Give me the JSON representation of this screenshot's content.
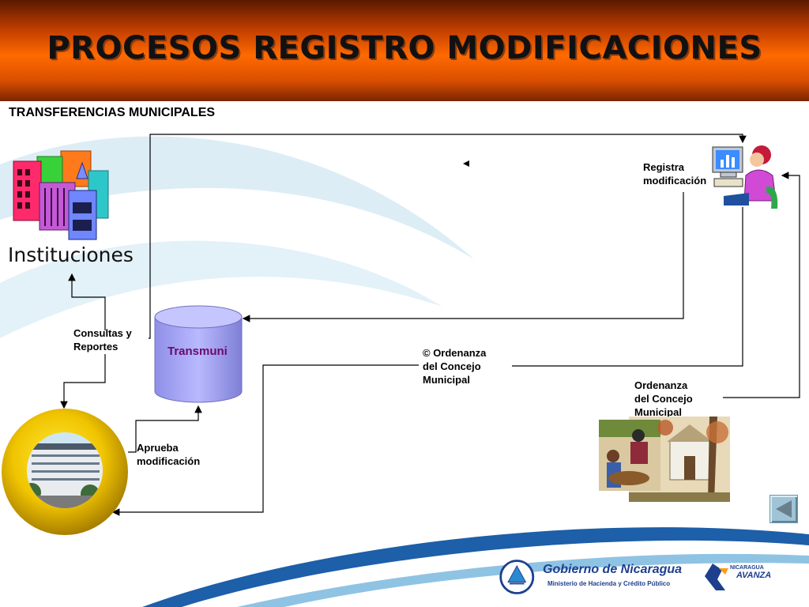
{
  "slide": {
    "title": "PROCESOS REGISTRO MODIFICACIONES",
    "subtitle": "TRANSFERENCIAS MUNICIPALES"
  },
  "diagram": {
    "instituciones": "Instituciones",
    "transmuni": "Transmuni",
    "consultas": [
      "Consultas y",
      "Reportes"
    ],
    "registra": [
      "Registra",
      "modificación"
    ],
    "ordenanza_copy": [
      "© Ordenanza",
      "del Concejo",
      "Municipal"
    ],
    "ordenanza": [
      "Ordenanza",
      "del Concejo",
      "Municipal"
    ],
    "aprueba": [
      "Aprueba",
      "modificación"
    ]
  },
  "footer": {
    "gobierno": "Gobierno de Nicaragua",
    "ministerio": "Ministerio de Hacienda y Crédito Público",
    "avanza_top": "NICARAGUA",
    "avanza": "AVANZA"
  },
  "icons": [
    "buildings-icon",
    "computer-user-icon",
    "database-icon",
    "government-building-icon",
    "meeting-illustration-icon",
    "back-arrow-icon"
  ]
}
